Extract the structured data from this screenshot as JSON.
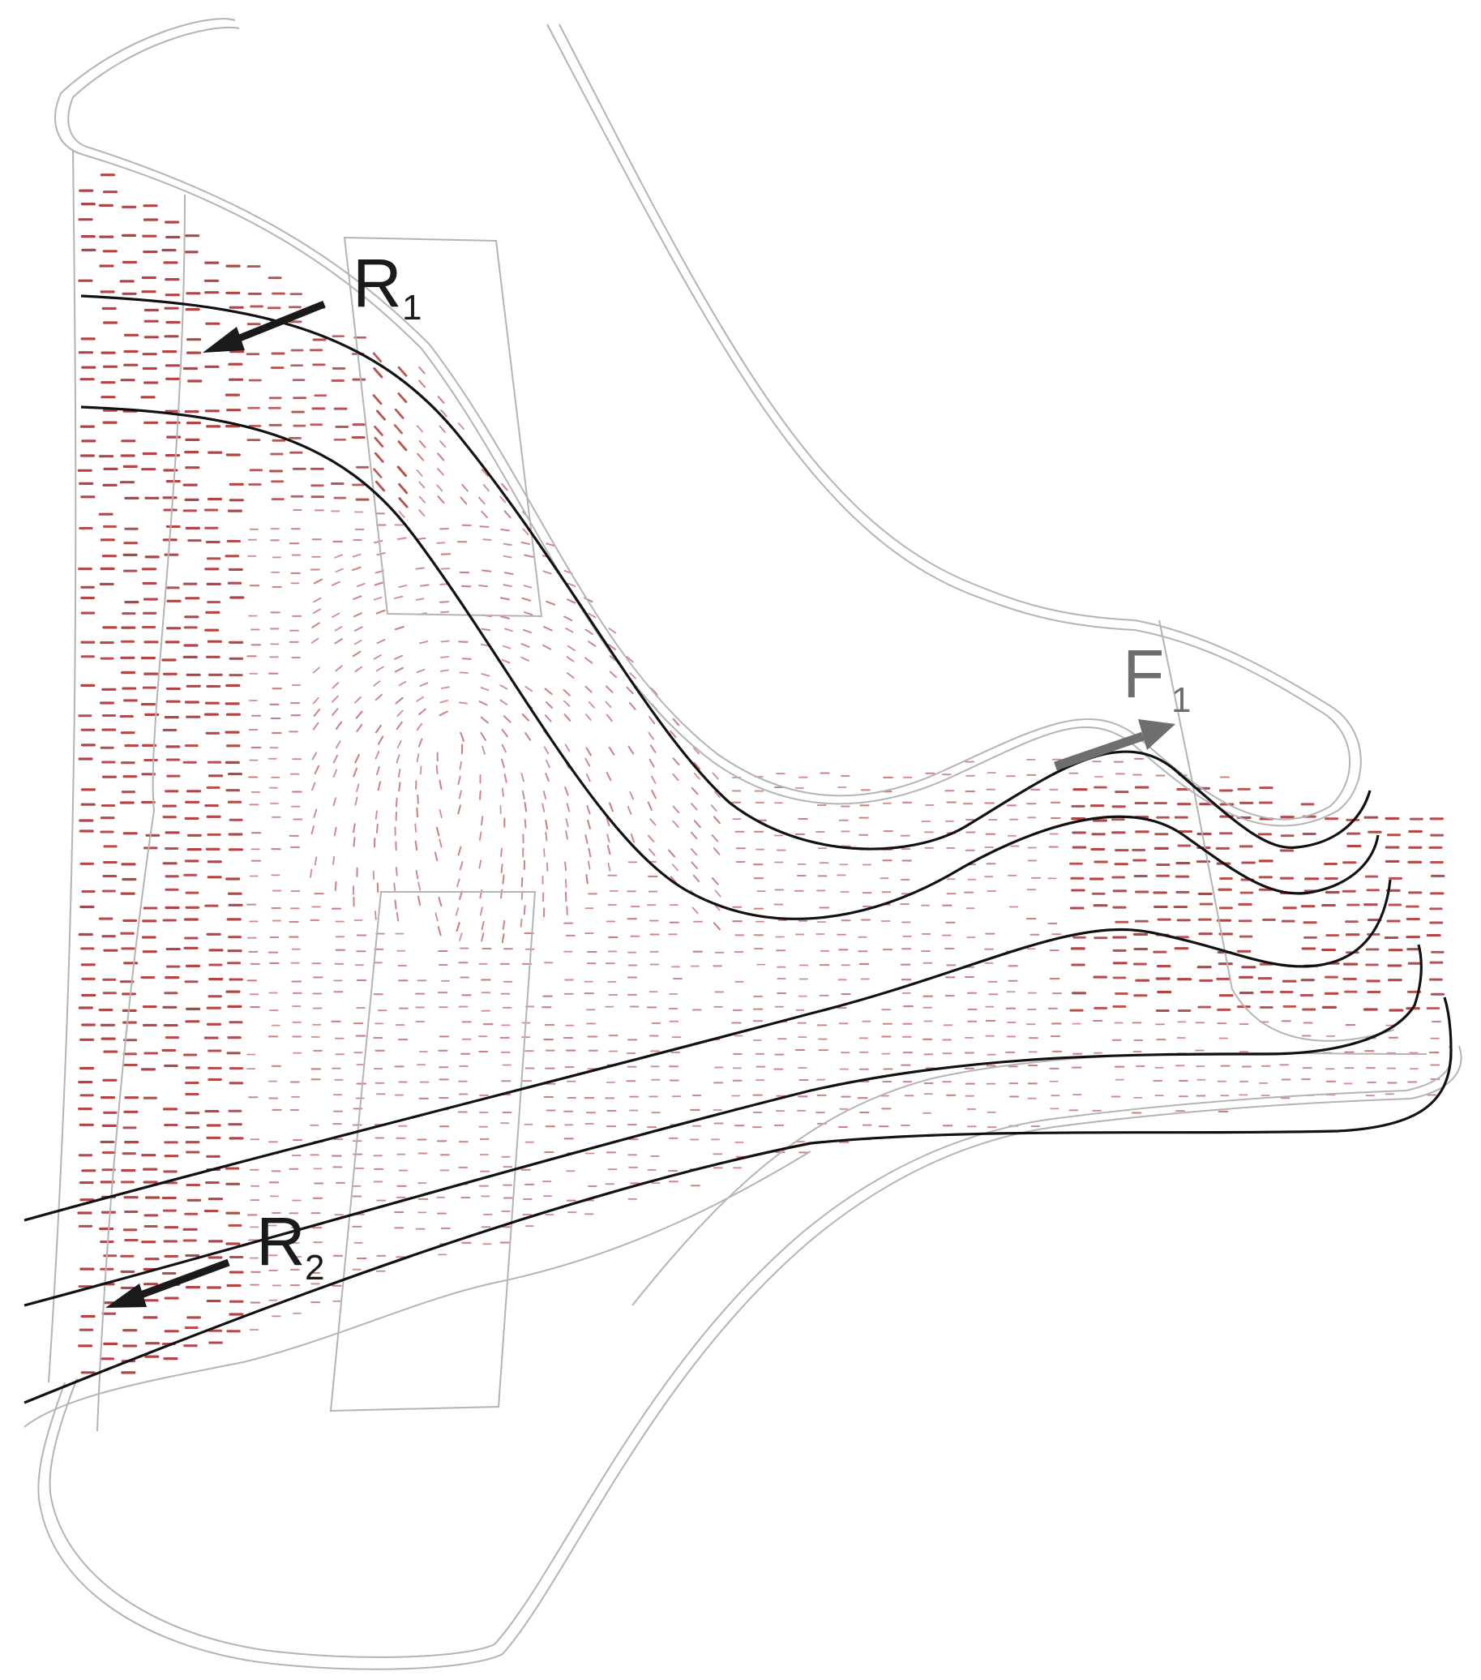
{
  "labels": {
    "r1": {
      "main": "R",
      "sub": "1"
    },
    "r2": {
      "main": "R",
      "sub": "2"
    },
    "f1": {
      "main": "F",
      "sub": "1"
    }
  },
  "colors": {
    "outline": "#b4b4b4",
    "streamline": "#111111",
    "vector": "#b03a3a",
    "arrow_dark": "#1a1a1a",
    "arrow_gray": "#6e6e6e"
  }
}
